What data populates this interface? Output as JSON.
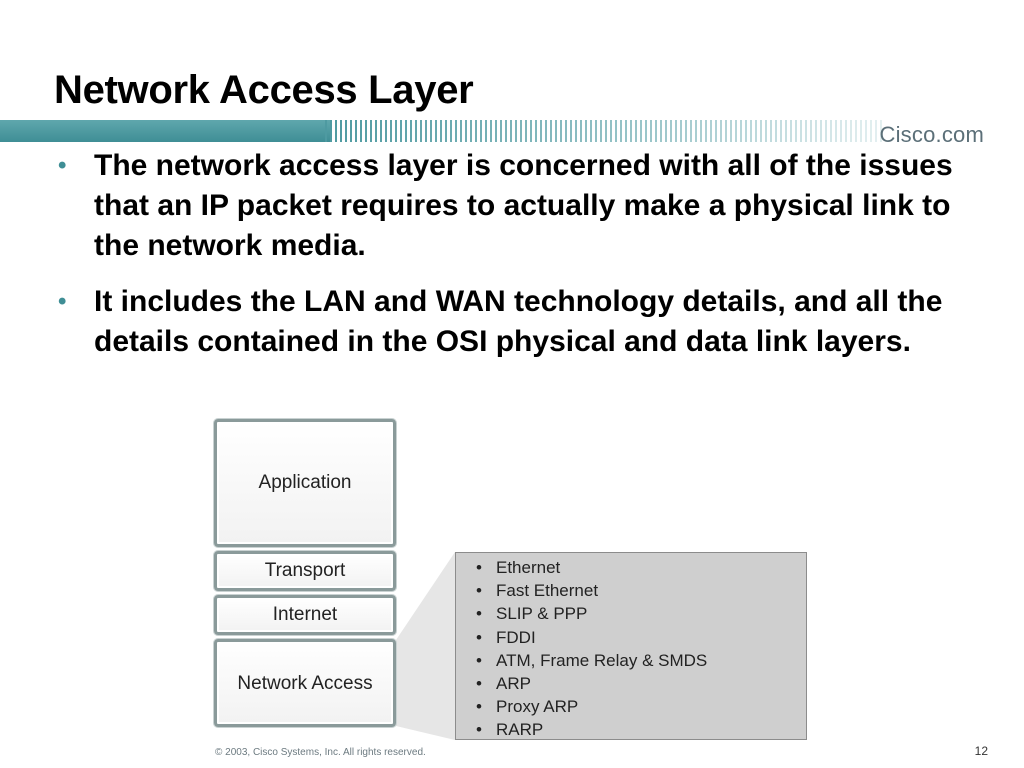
{
  "slide": {
    "title": "Network Access Layer",
    "brand": "Cisco.com",
    "bullets": [
      "The network access layer is concerned with all of the issues that an IP packet requires to actually make a physical link to the network media.",
      "It includes the LAN and WAN technology details, and all the details contained in the OSI physical and data link layers."
    ],
    "bullet_glyph": "•",
    "layers": [
      "Application",
      "Transport",
      "Internet",
      "Network Access"
    ],
    "details_items": [
      "Ethernet",
      "Fast Ethernet",
      "SLIP & PPP",
      "FDDI",
      "ATM, Frame Relay & SMDS",
      "ARP",
      "Proxy ARP",
      "RARP"
    ],
    "footer": "© 2003, Cisco Systems, Inc. All rights reserved.",
    "page_number": "12"
  },
  "colors": {
    "accent": "#3f8e95",
    "details_bg": "#cfcfcf",
    "layer_border": "#8a9a9a"
  }
}
